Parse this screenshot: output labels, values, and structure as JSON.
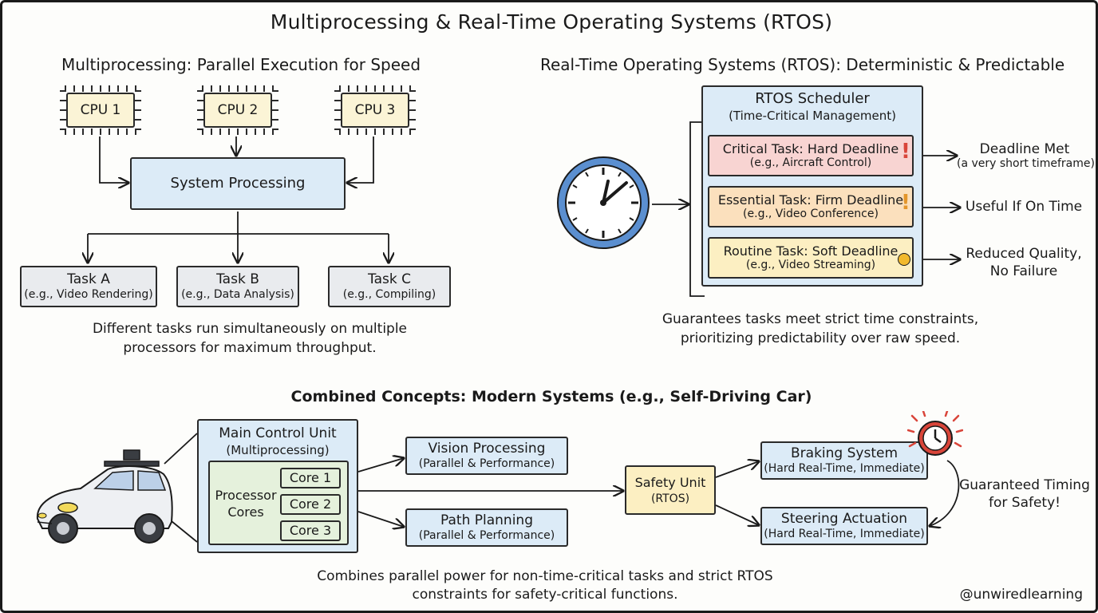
{
  "title": "Multiprocessing & Real-Time Operating Systems (RTOS)",
  "multiprocessing": {
    "heading": "Multiprocessing: Parallel Execution for Speed",
    "cpus": [
      "CPU 1",
      "CPU 2",
      "CPU 3"
    ],
    "system_box": "System Processing",
    "tasks": [
      {
        "name": "Task A",
        "example": "(e.g., Video Rendering)"
      },
      {
        "name": "Task B",
        "example": "(e.g., Data Analysis)"
      },
      {
        "name": "Task C",
        "example": "(e.g., Compiling)"
      }
    ],
    "caption_line1": "Different tasks run simultaneously on multiple",
    "caption_line2": "processors for maximum throughput."
  },
  "rtos": {
    "heading": "Real-Time Operating Systems (RTOS): Deterministic & Predictable",
    "scheduler_title": "RTOS Scheduler",
    "scheduler_sub": "(Time-Critical Management)",
    "tasks": [
      {
        "name": "Critical Task: Hard Deadline",
        "example": "(e.g., Aircraft Control)",
        "outcome": "Deadline Met",
        "outcome_sub": "(a very short timeframe)",
        "color": "#f8d4d2",
        "marker": "!"
      },
      {
        "name": "Essential Task: Firm Deadline",
        "example": "(e.g., Video Conference)",
        "outcome": "Useful If On Time",
        "outcome_sub": "",
        "color": "#fbe0bd",
        "marker": "!"
      },
      {
        "name": "Routine Task: Soft Deadline",
        "example": "(e.g., Video Streaming)",
        "outcome": "Reduced Quality,",
        "outcome_sub": "No Failure",
        "color": "#fcefc2",
        "marker": ""
      }
    ],
    "caption_line1": "Guarantees tasks meet strict time constraints,",
    "caption_line2": "prioritizing predictability over raw speed."
  },
  "combined": {
    "heading": "Combined Concepts: Modern Systems (e.g., Self-Driving Car)",
    "main_unit_title": "Main Control Unit",
    "main_unit_sub": "(Multiprocessing)",
    "processor_label_1": "Processor",
    "processor_label_2": "Cores",
    "cores": [
      "Core 1",
      "Core 2",
      "Core 3"
    ],
    "vision": {
      "name": "Vision Processing",
      "sub": "(Parallel & Performance)"
    },
    "path": {
      "name": "Path Planning",
      "sub": "(Parallel & Performance)"
    },
    "safety": {
      "name": "Safety Unit",
      "sub": "(RTOS)"
    },
    "braking": {
      "name": "Braking System",
      "sub": "(Hard Real-Time, Immediate)"
    },
    "steering": {
      "name": "Steering Actuation",
      "sub": "(Hard Real-Time, Immediate)"
    },
    "timing_line1": "Guaranteed Timing",
    "timing_line2": "for Safety!",
    "caption_line1": "Combines parallel power for non-time-critical tasks and strict RTOS",
    "caption_line2": "constraints for safety-critical functions."
  },
  "watermark": "@unwiredlearning",
  "colors": {
    "blue_box": "#dcebf7",
    "task_gray": "#e9ebee",
    "cpu_cream": "#fbf4d6",
    "core_green": "#e5f1dc",
    "clock_ring": "#5b8fd0",
    "alarm_red": "#d9453a"
  }
}
